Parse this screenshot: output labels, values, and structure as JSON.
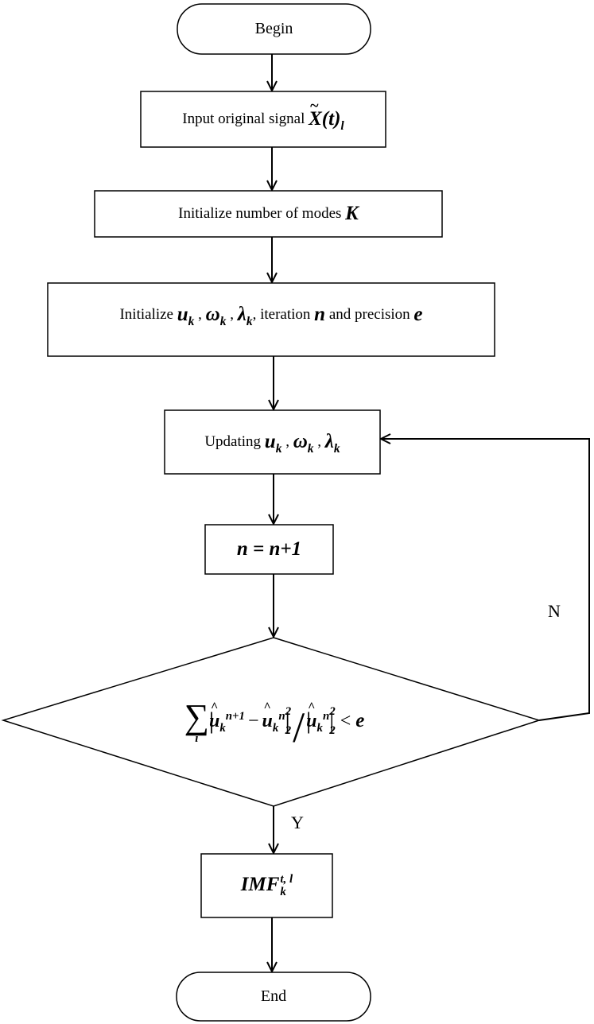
{
  "nodes": {
    "begin": "Begin",
    "input": {
      "text": "Input original signal",
      "symbol": "X(t)",
      "subscript": "l"
    },
    "init_modes": {
      "text": "Initialize number of modes",
      "symbol": "K"
    },
    "init_params": {
      "prefix": "Initialize",
      "u": "u",
      "omega": "ω",
      "lambda": "λ",
      "sub": "k",
      "middle": ", iteration",
      "n": "n",
      "suffix": "and precision",
      "e": "e"
    },
    "update": {
      "prefix": "Updating",
      "u": "u",
      "omega": "ω",
      "lambda": "λ",
      "sub": "k"
    },
    "increment": "n = n+1",
    "condition": {
      "sum": "∑",
      "sum_sub": "i",
      "u": "u",
      "k": "k",
      "n1": "n+1",
      "n": "n",
      "norm_exp": "2",
      "norm_sub": "2",
      "minus": "−",
      "lt": "<",
      "e": "e"
    },
    "output": {
      "base": "IMF",
      "sub": "k",
      "sup": "t, l"
    },
    "end": "End"
  },
  "edges": {
    "no_label": "N",
    "yes_label": "Y"
  }
}
